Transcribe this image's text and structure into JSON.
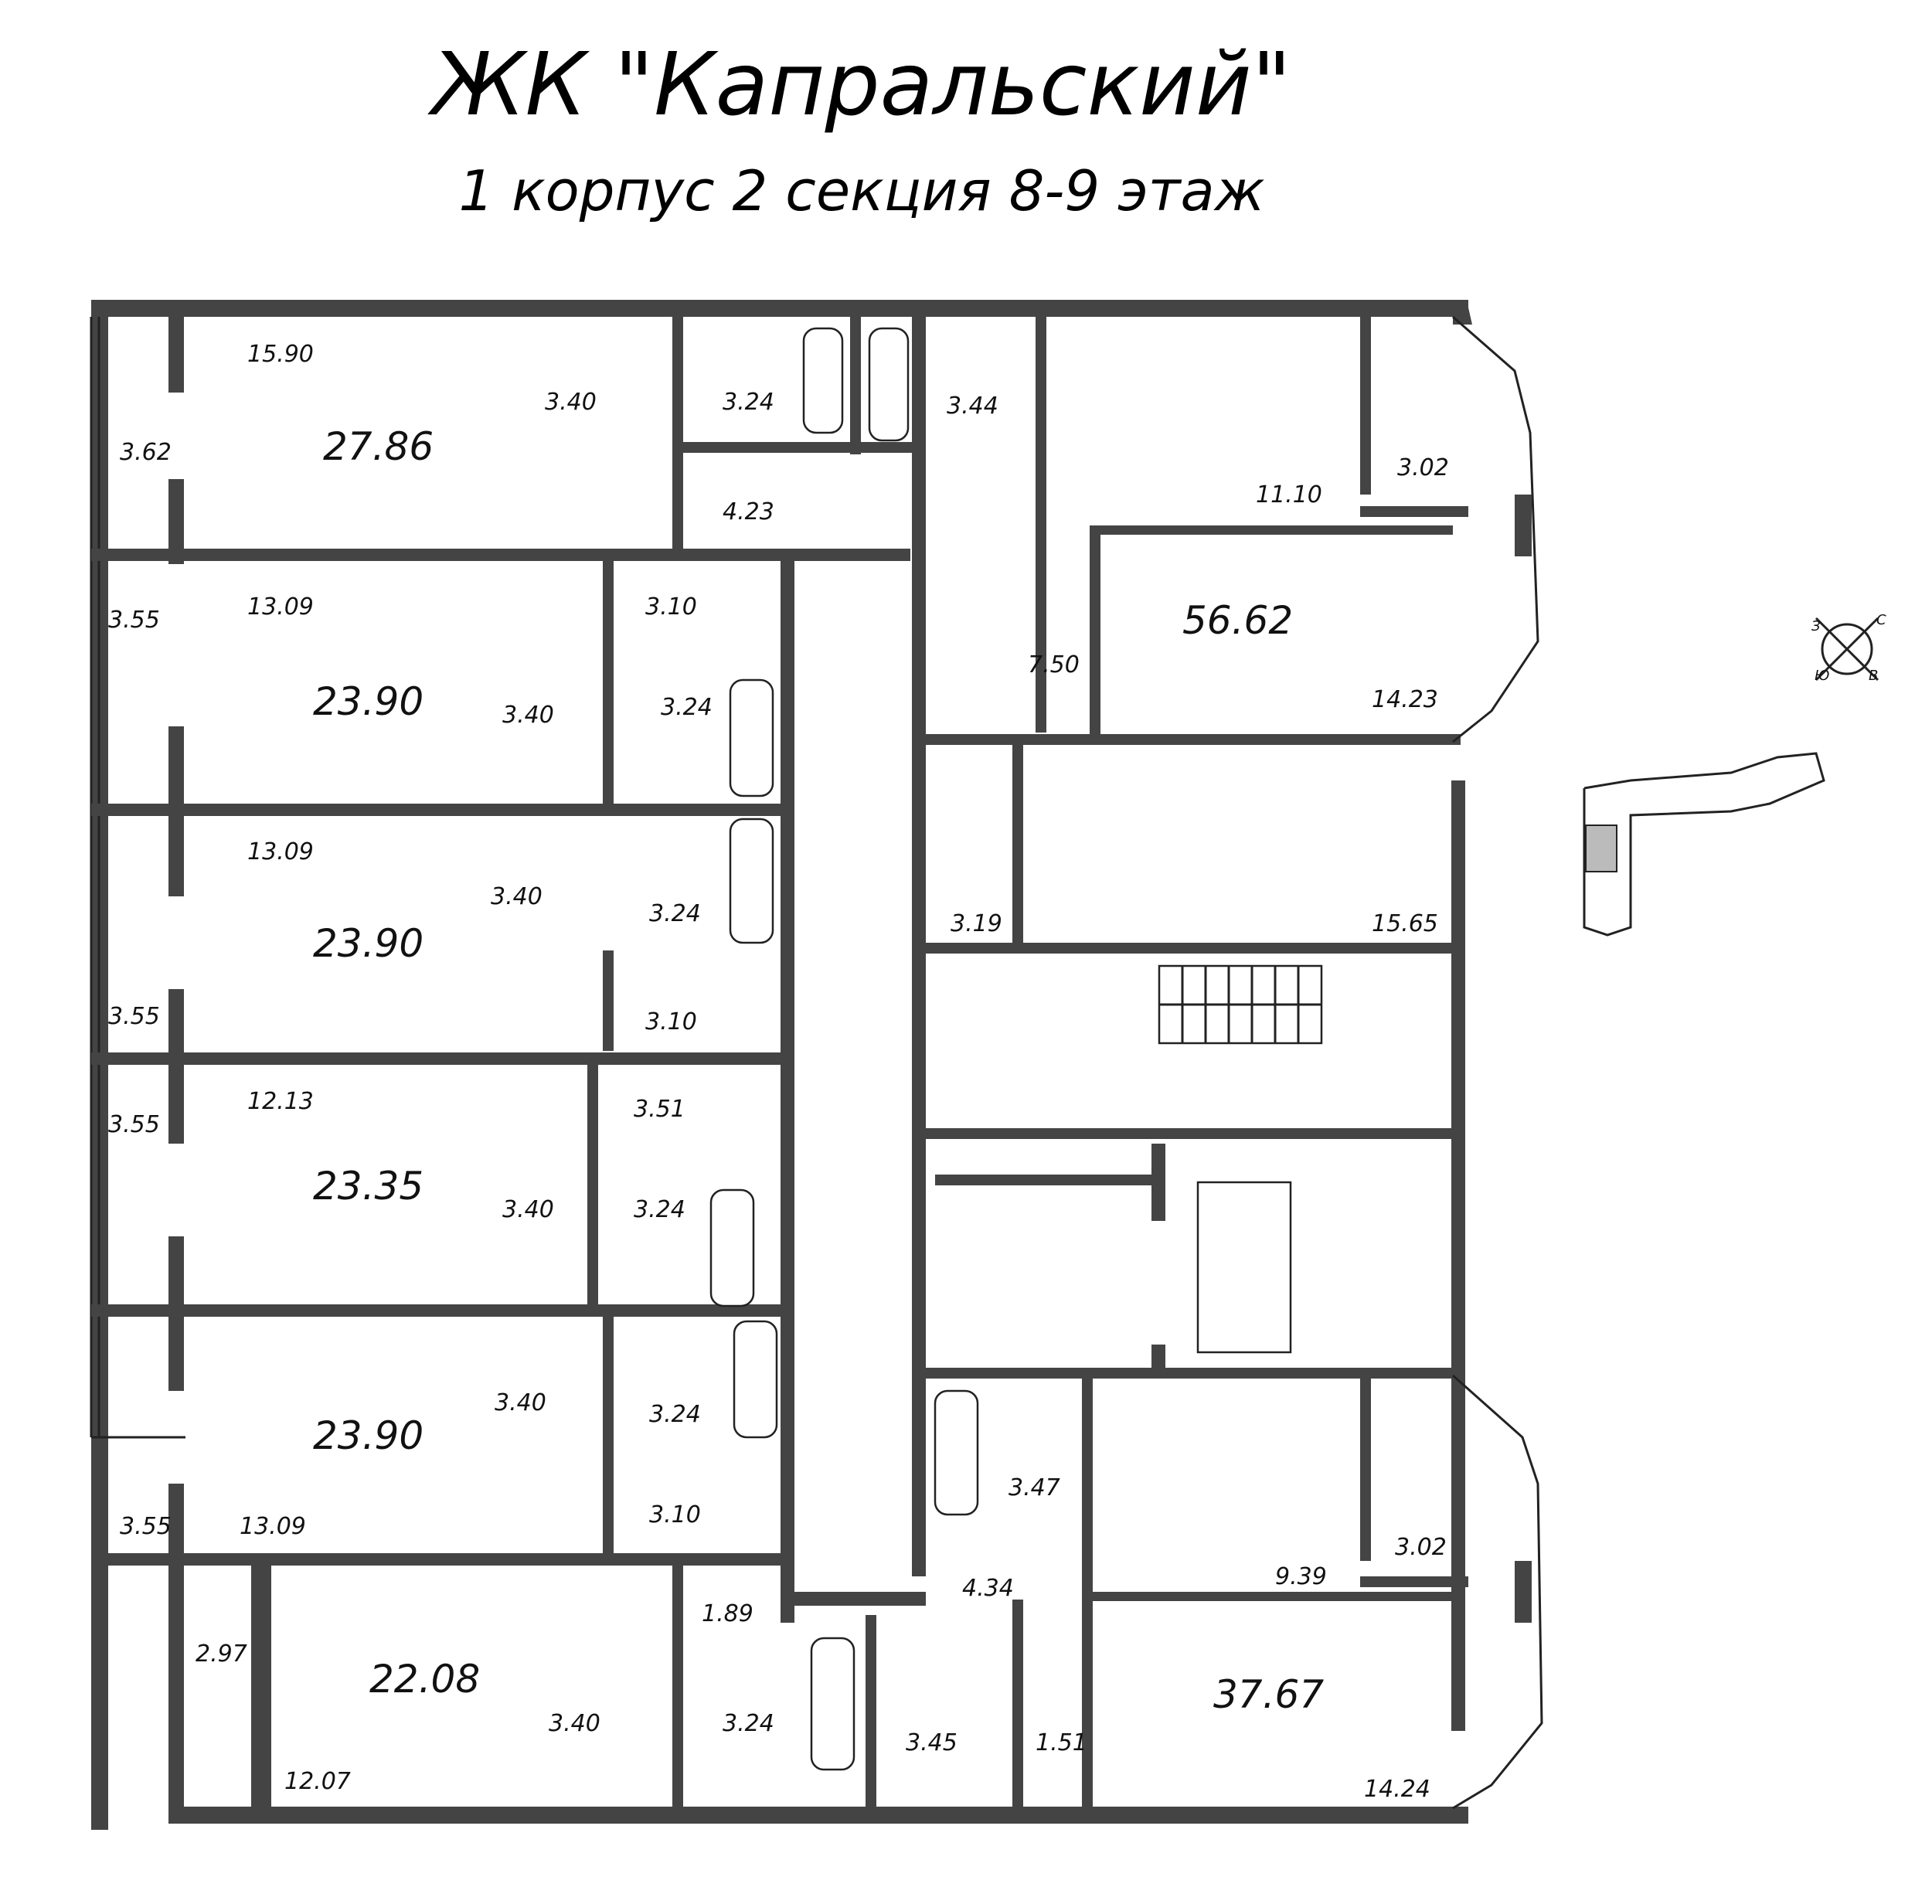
{
  "header": {
    "title": "ЖК \"Капральский\"",
    "subtitle": "1 корпус 2 секция 8-9 этаж"
  },
  "compass": {
    "letters": [
      "С",
      "В",
      "Ю",
      "З"
    ]
  },
  "apartments": [
    {
      "total": "27.86",
      "rooms": [
        "15.90",
        "3.40",
        "3.62",
        "3.24",
        "4.23"
      ]
    },
    {
      "total": "23.90",
      "rooms": [
        "13.09",
        "3.40",
        "3.55",
        "3.10",
        "3.24"
      ]
    },
    {
      "total": "23.90",
      "rooms": [
        "13.09",
        "3.40",
        "3.55",
        "3.24",
        "3.10"
      ]
    },
    {
      "total": "23.35",
      "rooms": [
        "12.13",
        "3.40",
        "3.55",
        "3.51",
        "3.24"
      ]
    },
    {
      "total": "23.90",
      "rooms": [
        "13.09",
        "3.40",
        "3.55",
        "3.24",
        "3.10"
      ]
    },
    {
      "total": "22.08",
      "rooms": [
        "12.07",
        "3.40",
        "2.97",
        "1.89",
        "3.24"
      ]
    },
    {
      "total": "56.62",
      "rooms": [
        "14.23",
        "7.50",
        "11.10",
        "3.02",
        "3.44",
        "3.19",
        "15.65"
      ]
    },
    {
      "total": "37.67",
      "rooms": [
        "14.24",
        "9.39",
        "3.02",
        "3.47",
        "4.34",
        "3.45",
        "1.51"
      ]
    }
  ]
}
